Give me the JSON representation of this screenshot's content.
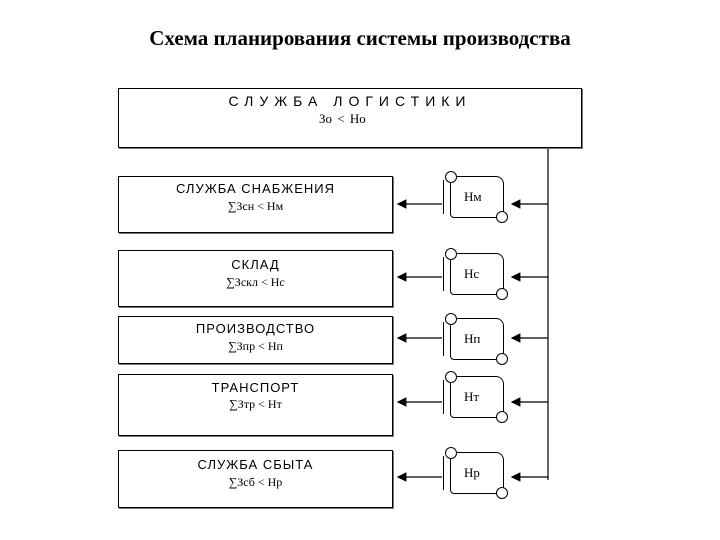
{
  "title": "Схема планирования системы производства",
  "logistics": {
    "name": "СЛУЖБА ЛОГИСТИКИ",
    "left": "Зо",
    "symbol": "<",
    "right": "Но"
  },
  "departments": [
    {
      "name": "СЛУЖБА СНАБЖЕНИЯ",
      "formula": "∑Зсн < Нм",
      "norm": "Нм"
    },
    {
      "name": "СКЛАД",
      "formula": "∑Зскл < Нс",
      "norm": "Нс"
    },
    {
      "name": "ПРОИЗВОДСТВО",
      "formula": "∑Зпр < Нп",
      "norm": "Нп"
    },
    {
      "name": "ТРАНСПОРТ",
      "formula": "∑Зтр < Нт",
      "norm": "Нт"
    },
    {
      "name": "СЛУЖБА СБЫТА",
      "formula": "∑Зсб < Нр",
      "norm": "Нр"
    }
  ]
}
